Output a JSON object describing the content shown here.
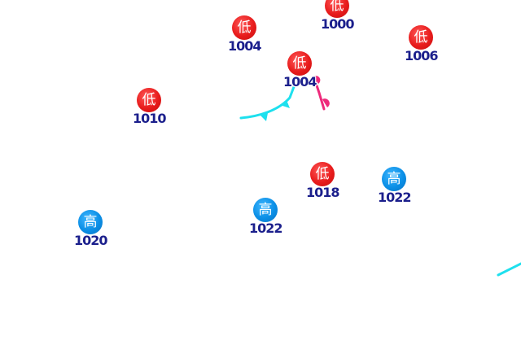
{
  "labels": {
    "low": "低",
    "high": "高"
  },
  "colors": {
    "low_center": "#e81c1c",
    "high_center": "#0b8fe6",
    "pressure_text": "#1b1f8c",
    "cold_front": "#1ee0ee",
    "warm_front": "#ee2a7b",
    "background": "#ffffff"
  },
  "centers": [
    {
      "id": "low-1",
      "kind": "low",
      "pressure": "1000"
    },
    {
      "id": "low-2",
      "kind": "low",
      "pressure": "1004"
    },
    {
      "id": "low-3",
      "kind": "low",
      "pressure": "1006"
    },
    {
      "id": "low-4",
      "kind": "low",
      "pressure": "1004"
    },
    {
      "id": "low-5",
      "kind": "low",
      "pressure": "1010"
    },
    {
      "id": "low-6",
      "kind": "low",
      "pressure": "1018"
    },
    {
      "id": "high-1",
      "kind": "high",
      "pressure": "1022"
    },
    {
      "id": "high-2",
      "kind": "high",
      "pressure": "1022"
    },
    {
      "id": "high-3",
      "kind": "high",
      "pressure": "1020"
    }
  ],
  "fronts": [
    {
      "id": "cold-front-1",
      "type": "cold"
    },
    {
      "id": "warm-front-1",
      "type": "warm"
    },
    {
      "id": "cold-front-2",
      "type": "cold"
    }
  ]
}
